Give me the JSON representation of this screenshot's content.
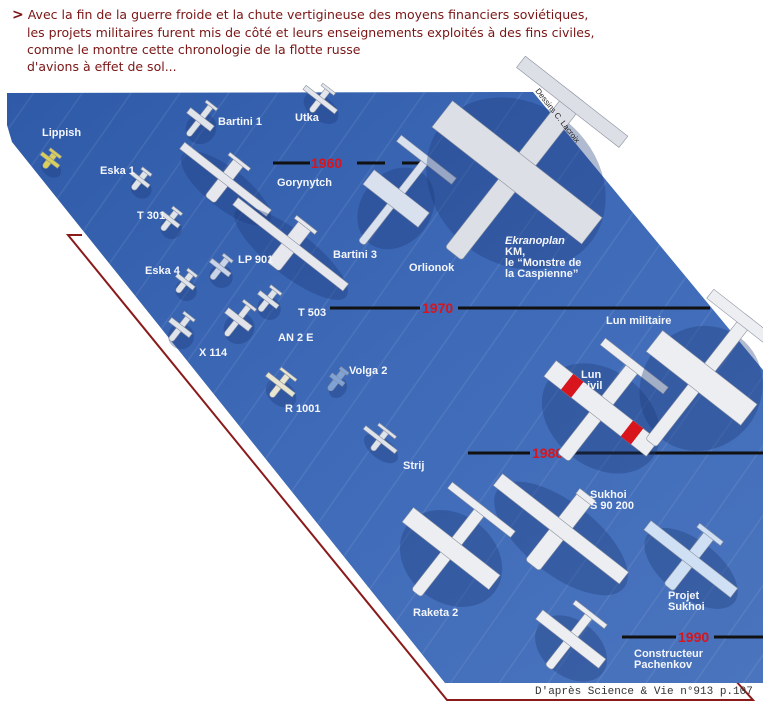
{
  "intro": {
    "marker": ">",
    "lines": [
      "Avec la fin de la guerre froide et la chute vertigineuse des moyens financiers soviétiques,",
      "les projets militaires furent mis de côté et leurs enseignements exploités à des fins civiles,",
      "comme le montre  cette chronologie  de la flotte russe",
      "d'avions à effet de sol..."
    ]
  },
  "timeline": {
    "years": [
      "1960",
      "1970",
      "1980",
      "1990"
    ]
  },
  "aircraft": {
    "lippish": "Lippish",
    "bartini1": "Bartini 1",
    "utka": "Utka",
    "eska1": "Eska 1",
    "gorynytch": "Gorynytch",
    "t301": "T 301",
    "lp901": "LP 901",
    "bartini3": "Bartini 3",
    "orlionok": "Orlionok",
    "ekranoplan": [
      "Ekranoplan",
      "KM,",
      "le “Monstre de",
      "la Caspienne”"
    ],
    "eska4": "Eska 4",
    "t503": "T 503",
    "an2e": "AN 2 E",
    "x114": "X 114",
    "volga2": "Volga 2",
    "r1001": "R 1001",
    "strij": "Strij",
    "lun_militaire": "Lun militaire",
    "lun_civil": [
      "Lun",
      "civil"
    ],
    "sukhoi": [
      "Sukhoi",
      "S 90 200"
    ],
    "projet_sukhoi": [
      "Projet",
      "Sukhoi"
    ],
    "raketa2": "Raketa 2",
    "pachenkov": [
      "Constructeur",
      "Pachenkov"
    ]
  },
  "signature": "Dessins C. Lacroix",
  "credit": "D'après Science & Vie n°913 p.107",
  "colors": {
    "sea": "#3d66b3",
    "text": "#7a1515",
    "year": "#d8141c",
    "frame": "#8b1a1a"
  }
}
